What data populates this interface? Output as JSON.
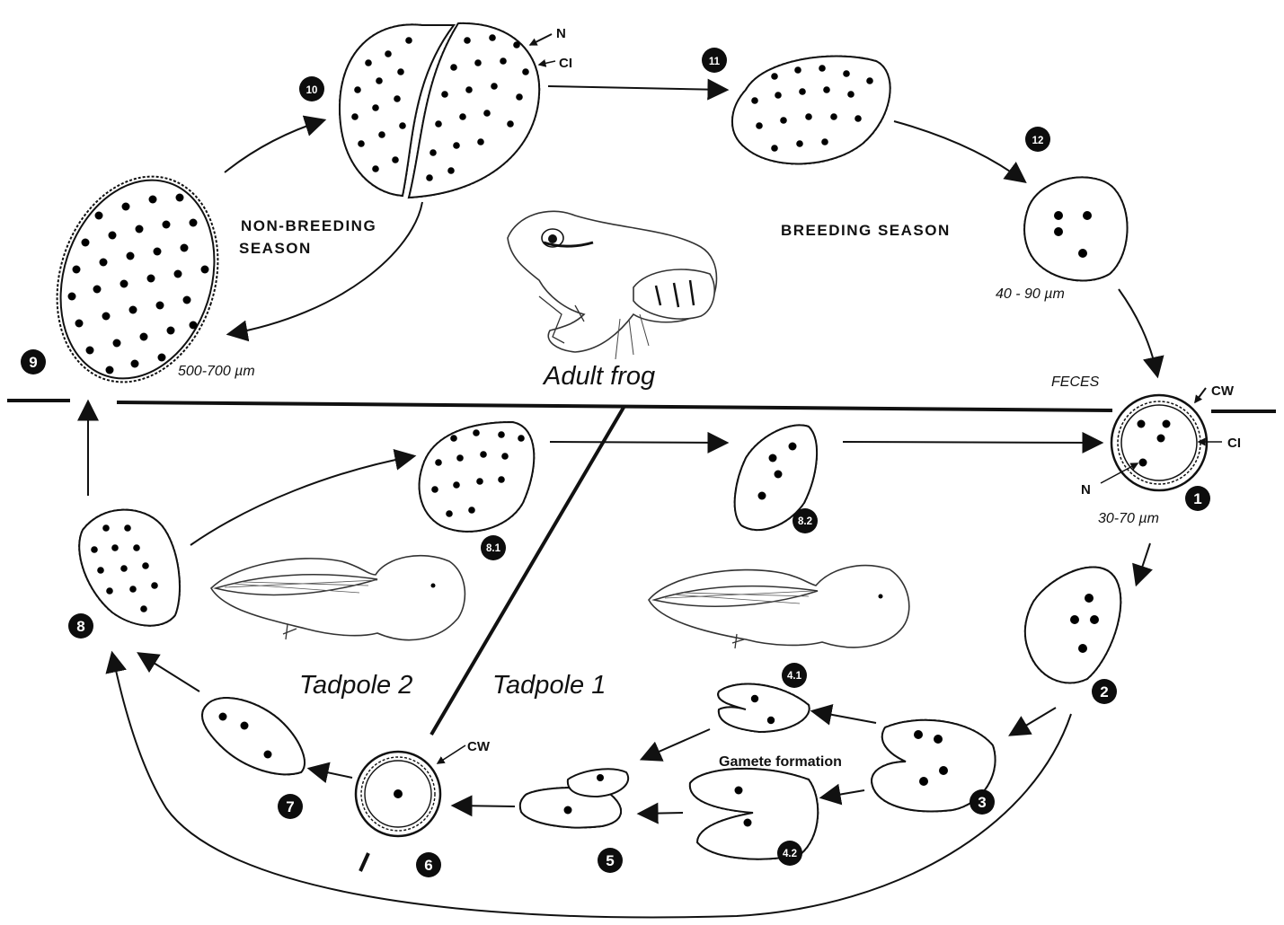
{
  "labels": {
    "non_breeding_line1": "NON-BREEDING",
    "non_breeding_line2": "SEASON",
    "breeding": "BREEDING SEASON",
    "adult_frog": "Adult frog",
    "tadpole_1": "Tadpole 1",
    "tadpole_2": "Tadpole 2",
    "feces": "FECES",
    "gamete_formation": "Gamete formation",
    "size_large": "500-700 µm",
    "size_mid": "40 - 90 µm",
    "size_cyst": "30-70 µm",
    "n_top": "N",
    "ci_top": "CI",
    "cw_cyst": "CW",
    "ci_cyst": "CI",
    "n_cyst": "N",
    "cw_stage6": "CW"
  },
  "stages": {
    "s1": "1",
    "s2": "2",
    "s3": "3",
    "s4_1": "4.1",
    "s4_2": "4.2",
    "s5": "5",
    "s6": "6",
    "s7": "7",
    "s8": "8",
    "s8_1": "8.1",
    "s8_2": "8.2",
    "s9": "9",
    "s10": "10",
    "s11": "11",
    "s12": "12"
  }
}
